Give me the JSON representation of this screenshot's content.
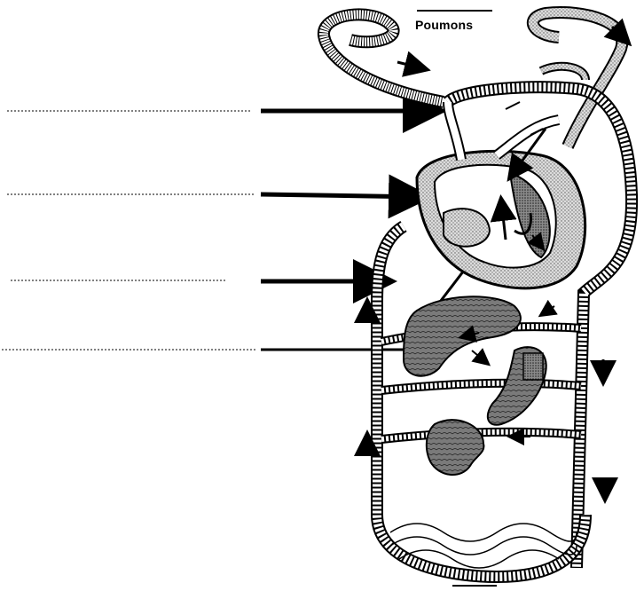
{
  "diagram": {
    "organ_label": "Poumons"
  },
  "labels": [
    {
      "id": "label-line-1",
      "text": ""
    },
    {
      "id": "label-line-2",
      "text": ""
    },
    {
      "id": "label-line-3",
      "text": ""
    },
    {
      "id": "label-line-4",
      "text": ""
    }
  ]
}
